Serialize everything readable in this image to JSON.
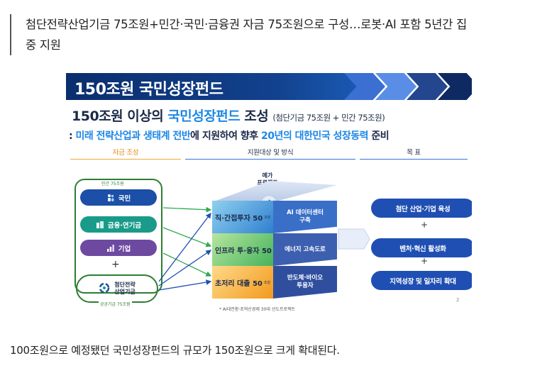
{
  "quote": {
    "line1": "첨단전략산업기금 75조원+민간·국민·금융권 자금 75조원으로 구성…로봇·AI 포함 5년간 집",
    "line2": "중 지원"
  },
  "figure": {
    "banner_title": "150조원 국민성장펀드",
    "headline": {
      "part1": "150조원 이상의 ",
      "highlight": "국민성장펀드",
      "part2": " 조성 ",
      "note": "(첨단기금 75조원 + 민간 75조원)"
    },
    "subline": {
      "prefix": ": ",
      "hl1": "미래 전략산업과 생태계 전반",
      "mid": "에 지원하여 향후 ",
      "hl2": "20년의 대한민국 성장동력",
      "suffix": " 준비"
    },
    "sections": {
      "funding": "자금 조성",
      "targets": "지원대상 및 방식",
      "goals": "목 표"
    },
    "funding": {
      "private_label": "민간 75조원",
      "items": [
        "국민",
        "금융·연기금",
        "기업"
      ],
      "plus": "+",
      "public_fund": "첨단전략\n산업기금",
      "public_label": "공공기금 75조원"
    },
    "mega": {
      "tag_line1": "메가",
      "tag_line2": "프로젝트"
    },
    "blocks": [
      {
        "label": "직·간접투자 50",
        "unit": "조원",
        "side": "AI 데이터센터\n구축"
      },
      {
        "label": "인프라 투·융자 50",
        "unit": "조원",
        "side": "에너지 고속도로"
      },
      {
        "label": "초저리 대출 50",
        "unit": "조원",
        "side": "반도체·바이오\n투융자"
      }
    ],
    "goals": [
      "첨단 산업·기업 육성",
      "벤처·혁신 활성화",
      "지역성장 및 일자리 확대"
    ],
    "goal_plus": "+",
    "footnote": "* AI대전환·초혁신경제 30대 선도프로젝트",
    "page_number": "2",
    "colors": {
      "navy": "#12418d",
      "accent_blue": "#1e88e5",
      "orange": "#e08a14",
      "green": "#2e7d32",
      "goal_blue": "#1f4fb3"
    }
  },
  "body": {
    "text": "100조원으로 예정됐던 국민성장펀드의 규모가 150조원으로 크게 확대된다."
  }
}
